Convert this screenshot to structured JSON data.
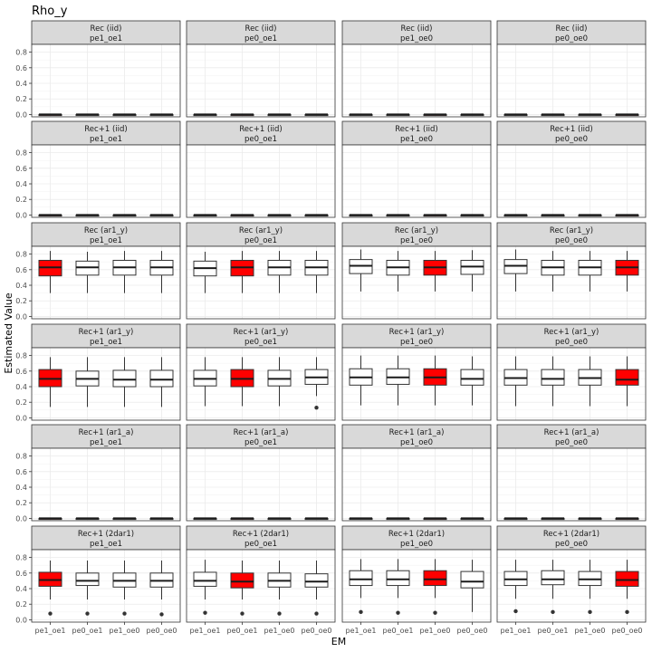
{
  "chart_data": {
    "type": "boxplot",
    "title": "Rho_y",
    "xlabel": "EM",
    "ylabel": "Estimated Value",
    "ylim": [
      -0.03,
      0.9
    ],
    "yticks": [
      "0.0",
      "0.2",
      "0.4",
      "0.6",
      "0.8"
    ],
    "ytick_values": [
      0.0,
      0.2,
      0.4,
      0.6,
      0.8
    ],
    "categories": [
      "pe1_oe1",
      "pe0_oe1",
      "pe1_oe0",
      "pe0_oe0"
    ],
    "grid": true,
    "colors": {
      "highlight": "#ff0000",
      "box": "#ffffff",
      "strip": "#d9d9d9",
      "grid": "#ebebeb",
      "line": "#333333"
    },
    "panels": [
      {
        "strip": [
          "Rec (iid)",
          "pe1_oe1"
        ],
        "highlight": 0,
        "boxes": [
          [
            0,
            0,
            0,
            0,
            0,
            []
          ],
          [
            0,
            0,
            0,
            0,
            0,
            []
          ],
          [
            0,
            0,
            0,
            0,
            0,
            []
          ],
          [
            0,
            0,
            0,
            0,
            0,
            []
          ]
        ]
      },
      {
        "strip": [
          "Rec (iid)",
          "pe0_oe1"
        ],
        "highlight": 1,
        "boxes": [
          [
            0,
            0,
            0,
            0,
            0,
            []
          ],
          [
            0,
            0,
            0,
            0,
            0,
            []
          ],
          [
            0,
            0,
            0,
            0,
            0,
            []
          ],
          [
            0,
            0,
            0,
            0,
            0,
            []
          ]
        ]
      },
      {
        "strip": [
          "Rec (iid)",
          "pe1_oe0"
        ],
        "highlight": 2,
        "boxes": [
          [
            0,
            0,
            0,
            0,
            0,
            []
          ],
          [
            0,
            0,
            0,
            0,
            0,
            []
          ],
          [
            0,
            0,
            0,
            0,
            0,
            []
          ],
          [
            0,
            0,
            0,
            0,
            0,
            []
          ]
        ]
      },
      {
        "strip": [
          "Rec (iid)",
          "pe0_oe0"
        ],
        "highlight": 3,
        "boxes": [
          [
            0,
            0,
            0,
            0,
            0,
            []
          ],
          [
            0,
            0,
            0,
            0,
            0,
            []
          ],
          [
            0,
            0,
            0,
            0,
            0,
            []
          ],
          [
            0,
            0,
            0,
            0,
            0,
            []
          ]
        ]
      },
      {
        "strip": [
          "Rec+1 (iid)",
          "pe1_oe1"
        ],
        "highlight": 0,
        "boxes": [
          [
            0,
            0,
            0,
            0,
            0,
            []
          ],
          [
            0,
            0,
            0,
            0,
            0,
            []
          ],
          [
            0,
            0,
            0,
            0,
            0,
            []
          ],
          [
            0,
            0,
            0,
            0,
            0,
            []
          ]
        ]
      },
      {
        "strip": [
          "Rec+1 (iid)",
          "pe0_oe1"
        ],
        "highlight": 1,
        "boxes": [
          [
            0,
            0,
            0,
            0,
            0,
            []
          ],
          [
            0,
            0,
            0,
            0,
            0,
            []
          ],
          [
            0,
            0,
            0,
            0,
            0,
            []
          ],
          [
            0,
            0,
            0,
            0,
            0,
            []
          ]
        ]
      },
      {
        "strip": [
          "Rec+1 (iid)",
          "pe1_oe0"
        ],
        "highlight": 2,
        "boxes": [
          [
            0,
            0,
            0,
            0,
            0,
            []
          ],
          [
            0,
            0,
            0,
            0,
            0,
            []
          ],
          [
            0,
            0,
            0,
            0,
            0,
            []
          ],
          [
            0,
            0,
            0,
            0,
            0,
            []
          ]
        ]
      },
      {
        "strip": [
          "Rec+1 (iid)",
          "pe0_oe0"
        ],
        "highlight": 3,
        "boxes": [
          [
            0,
            0,
            0,
            0,
            0,
            []
          ],
          [
            0,
            0,
            0,
            0,
            0,
            []
          ],
          [
            0,
            0,
            0,
            0,
            0,
            []
          ],
          [
            0,
            0,
            0,
            0,
            0,
            []
          ]
        ]
      },
      {
        "strip": [
          "Rec (ar1_y)",
          "pe1_oe1"
        ],
        "highlight": 0,
        "boxes": [
          [
            0.3,
            0.52,
            0.63,
            0.72,
            0.84,
            []
          ],
          [
            0.3,
            0.53,
            0.63,
            0.71,
            0.83,
            []
          ],
          [
            0.3,
            0.53,
            0.63,
            0.72,
            0.84,
            []
          ],
          [
            0.3,
            0.53,
            0.63,
            0.72,
            0.84,
            []
          ]
        ]
      },
      {
        "strip": [
          "Rec (ar1_y)",
          "pe0_oe1"
        ],
        "highlight": 1,
        "boxes": [
          [
            0.3,
            0.52,
            0.62,
            0.71,
            0.83,
            []
          ],
          [
            0.3,
            0.52,
            0.63,
            0.72,
            0.84,
            []
          ],
          [
            0.3,
            0.53,
            0.63,
            0.72,
            0.84,
            []
          ],
          [
            0.3,
            0.53,
            0.63,
            0.72,
            0.84,
            []
          ]
        ]
      },
      {
        "strip": [
          "Rec (ar1_y)",
          "pe1_oe0"
        ],
        "highlight": 2,
        "boxes": [
          [
            0.32,
            0.55,
            0.65,
            0.73,
            0.86,
            []
          ],
          [
            0.32,
            0.53,
            0.63,
            0.72,
            0.84,
            []
          ],
          [
            0.32,
            0.53,
            0.63,
            0.72,
            0.84,
            []
          ],
          [
            0.32,
            0.54,
            0.64,
            0.72,
            0.85,
            []
          ]
        ]
      },
      {
        "strip": [
          "Rec (ar1_y)",
          "pe0_oe0"
        ],
        "highlight": 3,
        "boxes": [
          [
            0.32,
            0.55,
            0.65,
            0.73,
            0.86,
            []
          ],
          [
            0.32,
            0.53,
            0.63,
            0.72,
            0.84,
            []
          ],
          [
            0.32,
            0.53,
            0.63,
            0.72,
            0.84,
            []
          ],
          [
            0.32,
            0.53,
            0.63,
            0.72,
            0.84,
            []
          ]
        ]
      },
      {
        "strip": [
          "Rec+1 (ar1_y)",
          "pe1_oe1"
        ],
        "highlight": 0,
        "boxes": [
          [
            0.14,
            0.4,
            0.5,
            0.62,
            0.78,
            []
          ],
          [
            0.14,
            0.41,
            0.5,
            0.6,
            0.78,
            []
          ],
          [
            0.14,
            0.4,
            0.49,
            0.61,
            0.78,
            []
          ],
          [
            0.14,
            0.4,
            0.49,
            0.61,
            0.78,
            []
          ]
        ]
      },
      {
        "strip": [
          "Rec+1 (ar1_y)",
          "pe0_oe1"
        ],
        "highlight": 1,
        "boxes": [
          [
            0.15,
            0.41,
            0.5,
            0.61,
            0.78,
            []
          ],
          [
            0.15,
            0.4,
            0.5,
            0.62,
            0.78,
            []
          ],
          [
            0.15,
            0.41,
            0.5,
            0.61,
            0.78,
            []
          ],
          [
            0.28,
            0.43,
            0.52,
            0.62,
            0.78,
            [
              0.13
            ]
          ]
        ]
      },
      {
        "strip": [
          "Rec+1 (ar1_y)",
          "pe1_oe0"
        ],
        "highlight": 2,
        "boxes": [
          [
            0.16,
            0.42,
            0.52,
            0.63,
            0.8,
            []
          ],
          [
            0.16,
            0.43,
            0.52,
            0.63,
            0.8,
            []
          ],
          [
            0.16,
            0.42,
            0.52,
            0.63,
            0.8,
            []
          ],
          [
            0.16,
            0.42,
            0.5,
            0.62,
            0.79,
            []
          ]
        ]
      },
      {
        "strip": [
          "Rec+1 (ar1_y)",
          "pe0_oe0"
        ],
        "highlight": 3,
        "boxes": [
          [
            0.15,
            0.42,
            0.51,
            0.62,
            0.79,
            []
          ],
          [
            0.15,
            0.42,
            0.5,
            0.62,
            0.79,
            []
          ],
          [
            0.15,
            0.42,
            0.51,
            0.62,
            0.79,
            []
          ],
          [
            0.15,
            0.42,
            0.49,
            0.62,
            0.79,
            []
          ]
        ]
      },
      {
        "strip": [
          "Rec+1 (ar1_a)",
          "pe1_oe1"
        ],
        "highlight": 0,
        "boxes": [
          [
            0,
            0,
            0,
            0,
            0,
            []
          ],
          [
            0,
            0,
            0,
            0,
            0,
            []
          ],
          [
            0,
            0,
            0,
            0,
            0,
            []
          ],
          [
            0,
            0,
            0,
            0,
            0,
            []
          ]
        ]
      },
      {
        "strip": [
          "Rec+1 (ar1_a)",
          "pe0_oe1"
        ],
        "highlight": 1,
        "boxes": [
          [
            0,
            0,
            0,
            0,
            0,
            []
          ],
          [
            0,
            0,
            0,
            0,
            0,
            []
          ],
          [
            0,
            0,
            0,
            0,
            0,
            []
          ],
          [
            0,
            0,
            0,
            0,
            0,
            []
          ]
        ]
      },
      {
        "strip": [
          "Rec+1 (ar1_a)",
          "pe1_oe0"
        ],
        "highlight": 2,
        "boxes": [
          [
            0,
            0,
            0,
            0,
            0,
            []
          ],
          [
            0,
            0,
            0,
            0,
            0,
            []
          ],
          [
            0,
            0,
            0,
            0,
            0,
            []
          ],
          [
            0,
            0,
            0,
            0,
            0,
            []
          ]
        ]
      },
      {
        "strip": [
          "Rec+1 (ar1_a)",
          "pe0_oe0"
        ],
        "highlight": 3,
        "boxes": [
          [
            0,
            0,
            0,
            0,
            0,
            []
          ],
          [
            0,
            0,
            0,
            0,
            0,
            []
          ],
          [
            0,
            0,
            0,
            0,
            0,
            []
          ],
          [
            0,
            0,
            0,
            0,
            0,
            []
          ]
        ]
      },
      {
        "strip": [
          "Rec+1 (2dar1)",
          "pe1_oe1"
        ],
        "highlight": 0,
        "boxes": [
          [
            0.26,
            0.43,
            0.51,
            0.61,
            0.76,
            [
              0.08
            ]
          ],
          [
            0.26,
            0.44,
            0.5,
            0.6,
            0.76,
            [
              0.08
            ]
          ],
          [
            0.26,
            0.42,
            0.5,
            0.6,
            0.76,
            [
              0.08
            ]
          ],
          [
            0.26,
            0.42,
            0.5,
            0.6,
            0.76,
            [
              0.07
            ]
          ]
        ]
      },
      {
        "strip": [
          "Rec+1 (2dar1)",
          "pe0_oe1"
        ],
        "highlight": 1,
        "boxes": [
          [
            0.26,
            0.43,
            0.5,
            0.61,
            0.77,
            [
              0.09
            ]
          ],
          [
            0.26,
            0.41,
            0.49,
            0.6,
            0.76,
            [
              0.08
            ]
          ],
          [
            0.26,
            0.42,
            0.5,
            0.6,
            0.76,
            [
              0.08
            ]
          ],
          [
            0.26,
            0.42,
            0.49,
            0.59,
            0.76,
            [
              0.08
            ]
          ]
        ]
      },
      {
        "strip": [
          "Rec+1 (2dar1)",
          "pe1_oe0"
        ],
        "highlight": 2,
        "boxes": [
          [
            0.28,
            0.44,
            0.52,
            0.63,
            0.78,
            [
              0.1
            ]
          ],
          [
            0.28,
            0.44,
            0.52,
            0.63,
            0.78,
            [
              0.09
            ]
          ],
          [
            0.28,
            0.44,
            0.52,
            0.63,
            0.78,
            [
              0.09
            ]
          ],
          [
            0.1,
            0.41,
            0.49,
            0.62,
            0.77,
            []
          ]
        ]
      },
      {
        "strip": [
          "Rec+1 (2dar1)",
          "pe0_oe0"
        ],
        "highlight": 3,
        "boxes": [
          [
            0.27,
            0.44,
            0.52,
            0.62,
            0.77,
            [
              0.11
            ]
          ],
          [
            0.27,
            0.45,
            0.52,
            0.63,
            0.77,
            [
              0.1
            ]
          ],
          [
            0.27,
            0.44,
            0.52,
            0.62,
            0.77,
            [
              0.1
            ]
          ],
          [
            0.27,
            0.43,
            0.51,
            0.62,
            0.77,
            [
              0.1
            ]
          ]
        ]
      }
    ]
  }
}
